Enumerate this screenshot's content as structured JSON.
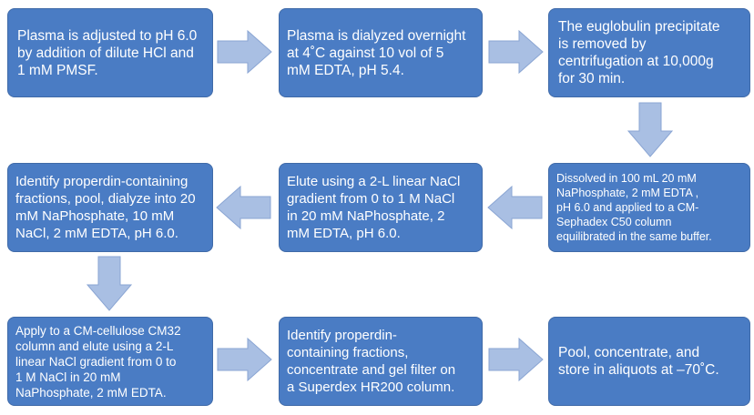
{
  "steps": [
    {
      "text": "Plasma is adjusted to pH 6.0\nby addition of dilute HCl and\n1 mM PMSF."
    },
    {
      "text": "Plasma is dialyzed overnight\nat 4˚C against 10 vol of 5\nmM EDTA, pH 5.4."
    },
    {
      "text": "The euglobulin precipitate\nis removed by\ncentrifugation at 10,000g\nfor 30 min."
    },
    {
      "text": "Dissolved in 100 mL 20 mM\nNaPhosphate, 2 mM EDTA ,\npH 6.0 and applied to a CM-\nSephadex C50 column\nequilibrated in the same buffer."
    },
    {
      "text": "Elute using a 2-L linear NaCl\ngradient from 0 to 1 M NaCl\nin 20 mM NaPhosphate, 2\nmM EDTA, pH 6.0."
    },
    {
      "text": "Identify properdin-containing\nfractions, pool, dialyze into 20\nmM NaPhosphate, 10 mM\nNaCl, 2 mM EDTA, pH 6.0."
    },
    {
      "text": "Apply to a CM-cellulose CM32\ncolumn and elute using a 2-L\nlinear NaCl gradient from 0 to\n1 M NaCl in 20 mM\nNaPhosphate, 2 mM EDTA."
    },
    {
      "text": "Identify properdin-\ncontaining fractions,\nconcentrate and gel filter on\na Superdex HR200 column."
    },
    {
      "text": "Pool, concentrate, and\nstore in aliquots at –70˚C."
    }
  ],
  "colors": {
    "box_fill": "#4a7cc4",
    "box_border": "#3f6aa8",
    "box_text": "#ffffff",
    "arrow_fill": "#a9bfe3",
    "arrow_stroke": "#8aa5d3"
  }
}
